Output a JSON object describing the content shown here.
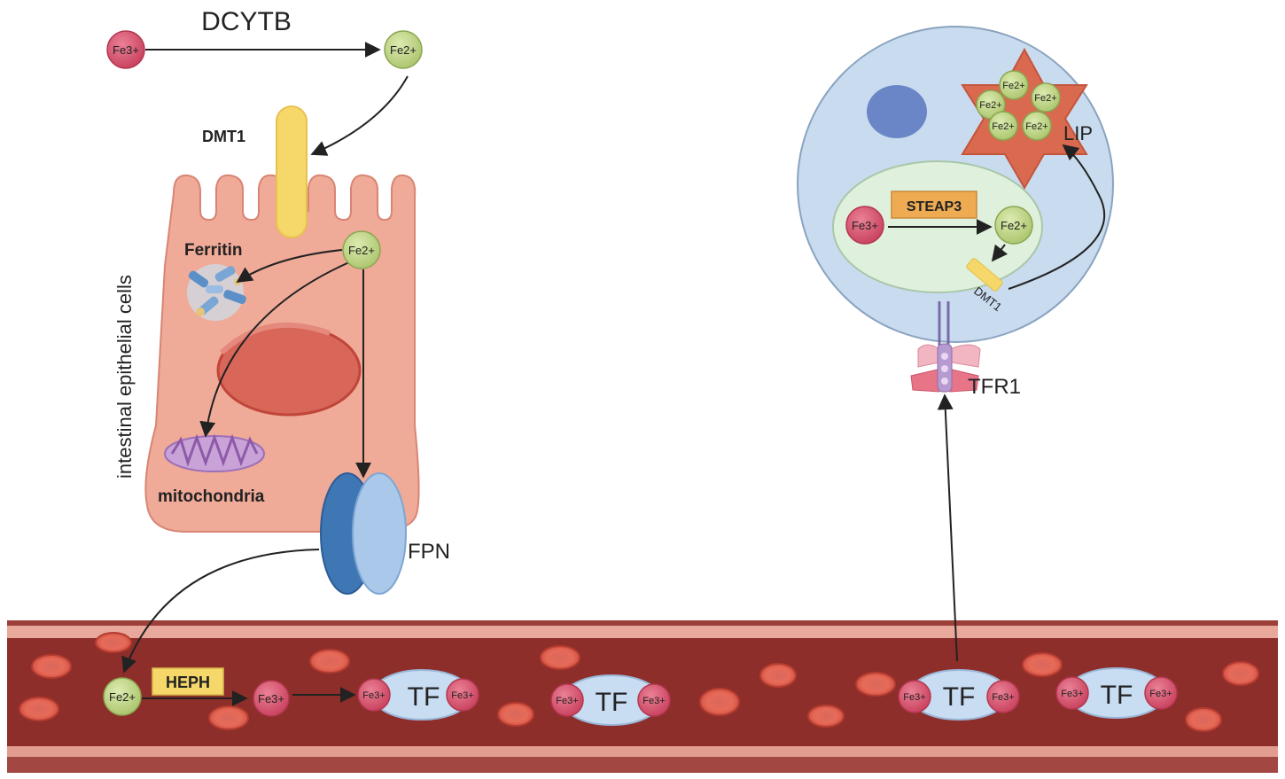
{
  "labels": {
    "dcytb": "DCYTB",
    "dmt1": "DMT1",
    "ferritin": "Ferritin",
    "cell_type": "intestinal epithelial cells",
    "mitochondria": "mitochondria",
    "fpn": "FPN",
    "heph": "HEPH",
    "steap3": "STEAP3",
    "dmt1_endosome": "DMT1",
    "lip": "LIP",
    "tfr1": "TFR1",
    "tf": "TF"
  },
  "ions": {
    "fe3": "Fe3+",
    "fe2": "Fe2+"
  },
  "colors": {
    "fe3_fill": "#d9536e",
    "fe2_fill": "#c7dc8f",
    "cell_fill": "#f0aa98",
    "vessel_outer": "#b0504a",
    "vessel_lumen": "#8a2c27",
    "target_cell": "#c9dbef",
    "endosome": "#dff0dd",
    "dmt1_yellow": "#f5d76a",
    "label_box": "#f5d76a",
    "steap3_box": "#eeab52",
    "fpn_dark": "#3f77b5",
    "fpn_light": "#a9c8ea",
    "tf_fill": "#c8dcf2"
  }
}
